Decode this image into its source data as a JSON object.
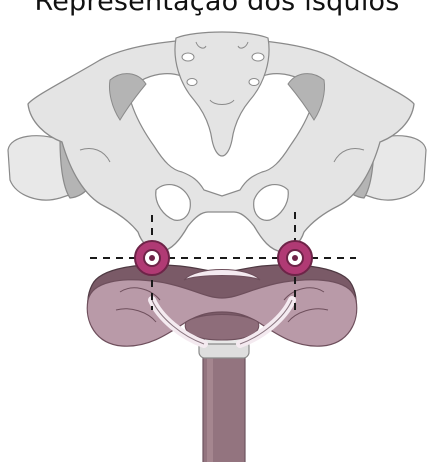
{
  "title": "Representação dos isquios",
  "colors": {
    "bone_fill": "#e4e4e4",
    "bone_stroke": "#8a8a8a",
    "bone_shadow": "#b4b4b4",
    "femur_fill": "#e8e8e8",
    "saddle_top": "#b99aa8",
    "saddle_dark": "#7a5a67",
    "saddle_light": "#f4eaf0",
    "ischium_ring": "#b03a74",
    "ischium_core": "#6e2448",
    "seatpost": "#93747f",
    "guide_line": "#1a1a1a"
  },
  "icons": {
    "left_ischium": "ischium-marker",
    "right_ischium": "ischium-marker"
  }
}
